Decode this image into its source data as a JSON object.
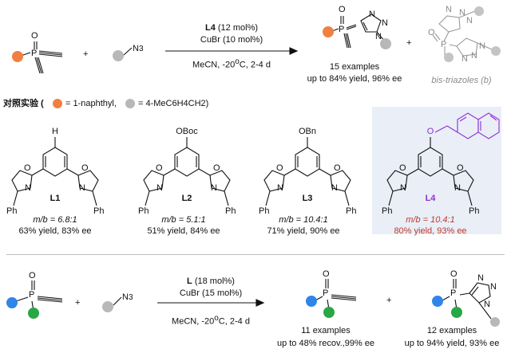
{
  "top_reaction": {
    "azide_label": "N3",
    "conditions_line1_ligand": "L4",
    "conditions_line1_rest": "(12 mol%)",
    "conditions_line2": "CuBr (10 mol%)",
    "conditions_line3_a": "MeCN, -20",
    "conditions_line3_sup": "o",
    "conditions_line3_b": "C, 2-4 d",
    "product_examples": "15 examples",
    "product_yield": "up to 84% yield, 96% ee",
    "byproduct_label": "bis-triazoles (b)",
    "plus": "+"
  },
  "legend": {
    "prefix": "对照实验 (",
    "orange_def": "= 1-naphthyl,",
    "gray_def": "= 4-MeC6H4CH2)"
  },
  "ligands": [
    {
      "name": "L1",
      "substituent": "H",
      "ratio": "m/b = 6.8:1",
      "result": "63% yield, 83% ee",
      "ph_left": "Ph",
      "ph_right": "Ph"
    },
    {
      "name": "L2",
      "substituent": "OBoc",
      "ratio": "m/b = 5.1:1",
      "result": "51% yield, 84% ee",
      "ph_left": "Ph",
      "ph_right": "Ph"
    },
    {
      "name": "L3",
      "substituent": "OBn",
      "ratio": "m/b = 10.4:1",
      "result": "71% yield, 90% ee",
      "ph_left": "Ph",
      "ph_right": "Ph"
    },
    {
      "name": "L4",
      "substituent": "O",
      "ratio": "m/b = 10.4:1",
      "result": "80% yield, 93% ee",
      "ph_left": "Ph",
      "ph_right": "Ph"
    }
  ],
  "bottom_reaction": {
    "azide_label": "N3",
    "conditions_line1_ligand": "L",
    "conditions_line1_rest": "(18 mol%)",
    "conditions_line2": "CuBr (15 mol%)",
    "conditions_line3_a": "MeCN, -20",
    "conditions_line3_sup": "o",
    "conditions_line3_b": "C, 2-4 d",
    "product1_examples": "11 examples",
    "product1_yield": "up to 48% recov.,99% ee",
    "product2_examples": "12 examples",
    "product2_yield": "up to 94% yield, 93% ee",
    "plus": "+"
  },
  "atoms": {
    "P": "P",
    "O": "O",
    "N": "N"
  },
  "colors": {
    "orange": "#f08040",
    "gray": "#b8b8b8",
    "blue": "#2f86e8",
    "green": "#27a844",
    "purple": "#8e2fd6",
    "red": "#c0392b",
    "highlight": "#e9eef7"
  }
}
